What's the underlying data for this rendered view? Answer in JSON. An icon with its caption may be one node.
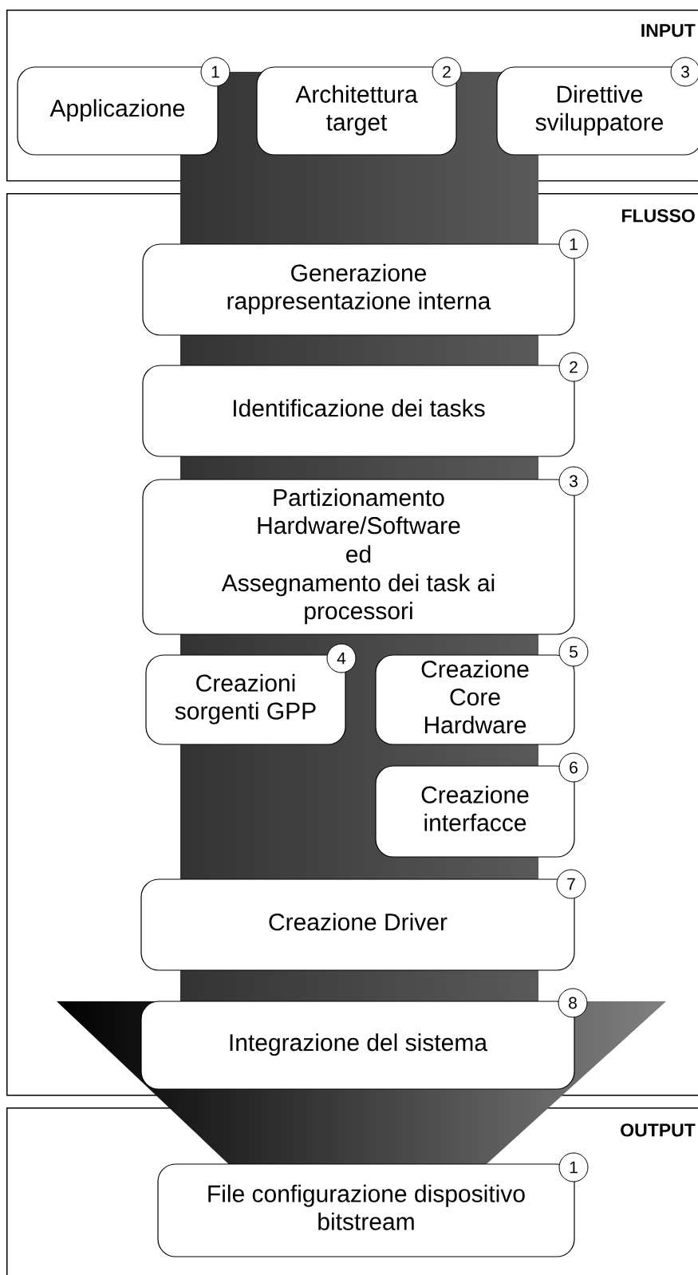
{
  "diagram": {
    "nodes": [
      {
        "text": [
          "INPUT"
        ]
      },
      {
        "text": [
          "Applicazione"
        ],
        "in": 0
      },
      {
        "text": [
          "1"
        ],
        "in": 0
      },
      {
        "text": [
          "Architettura target"
        ],
        "in": 0
      },
      {
        "text": [
          "2"
        ],
        "in": 0
      },
      {
        "text": [
          "Direttive sviluppatore"
        ],
        "in": 0
      },
      {
        "text": [
          "3"
        ],
        "in": 0
      },
      {
        "text": [
          "FLUSSO"
        ]
      },
      {
        "text": [
          "Generazione rappresentazione interna"
        ],
        "in": 7
      },
      {
        "text": [
          "1"
        ],
        "in": 7
      },
      {
        "text": [
          "Identificazione dei tasks"
        ],
        "in": 7
      },
      {
        "text": [
          "2"
        ],
        "in": 7
      },
      {
        "text": [
          "Partizionamento Hardware/Software",
          "ed",
          "Assegnamento dei task ai processori"
        ],
        "in": 7
      },
      {
        "text": [
          "3"
        ],
        "in": 7
      },
      {
        "text": [
          "Creazioni sorgenti GPP"
        ],
        "in": 7
      },
      {
        "text": [
          "4"
        ],
        "in": 7
      },
      {
        "text": [
          "Creazione Core Hardware"
        ],
        "in": 7
      },
      {
        "text": [
          "5"
        ],
        "in": 7
      },
      {
        "text": [
          "Creazione interfacce"
        ],
        "in": 7
      },
      {
        "text": [
          "6"
        ],
        "in": 7
      },
      {
        "text": [
          "Creazione Driver"
        ],
        "in": 7
      },
      {
        "text": [
          "7"
        ],
        "in": 7
      },
      {
        "text": [
          "Integrazione del sistema"
        ],
        "in": 7
      },
      {
        "text": [
          "8"
        ],
        "in": 7
      },
      {
        "text": [
          "OUTPUT"
        ]
      },
      {
        "text": [
          "File configurazione dispositivo bitstream"
        ],
        "in": 24
      },
      {
        "text": [
          "1"
        ],
        "in": 24
      }
    ]
  }
}
